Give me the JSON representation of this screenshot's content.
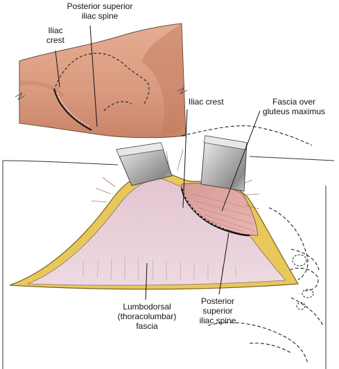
{
  "labels": {
    "iliac_crest_top": [
      "Iliac",
      "crest"
    ],
    "psis_top": [
      "Posterior superior",
      "iliac spine"
    ],
    "iliac_crest_mid": "Iliac crest",
    "fascia_gluteus": [
      "Fascia over",
      "gluteus maximus"
    ],
    "lumbodorsal": [
      "Lumbodorsal",
      "(thoracolumbar)",
      "fascia"
    ],
    "psis_bottom": [
      "Posterior",
      "superior",
      "iliac spine"
    ]
  }
}
